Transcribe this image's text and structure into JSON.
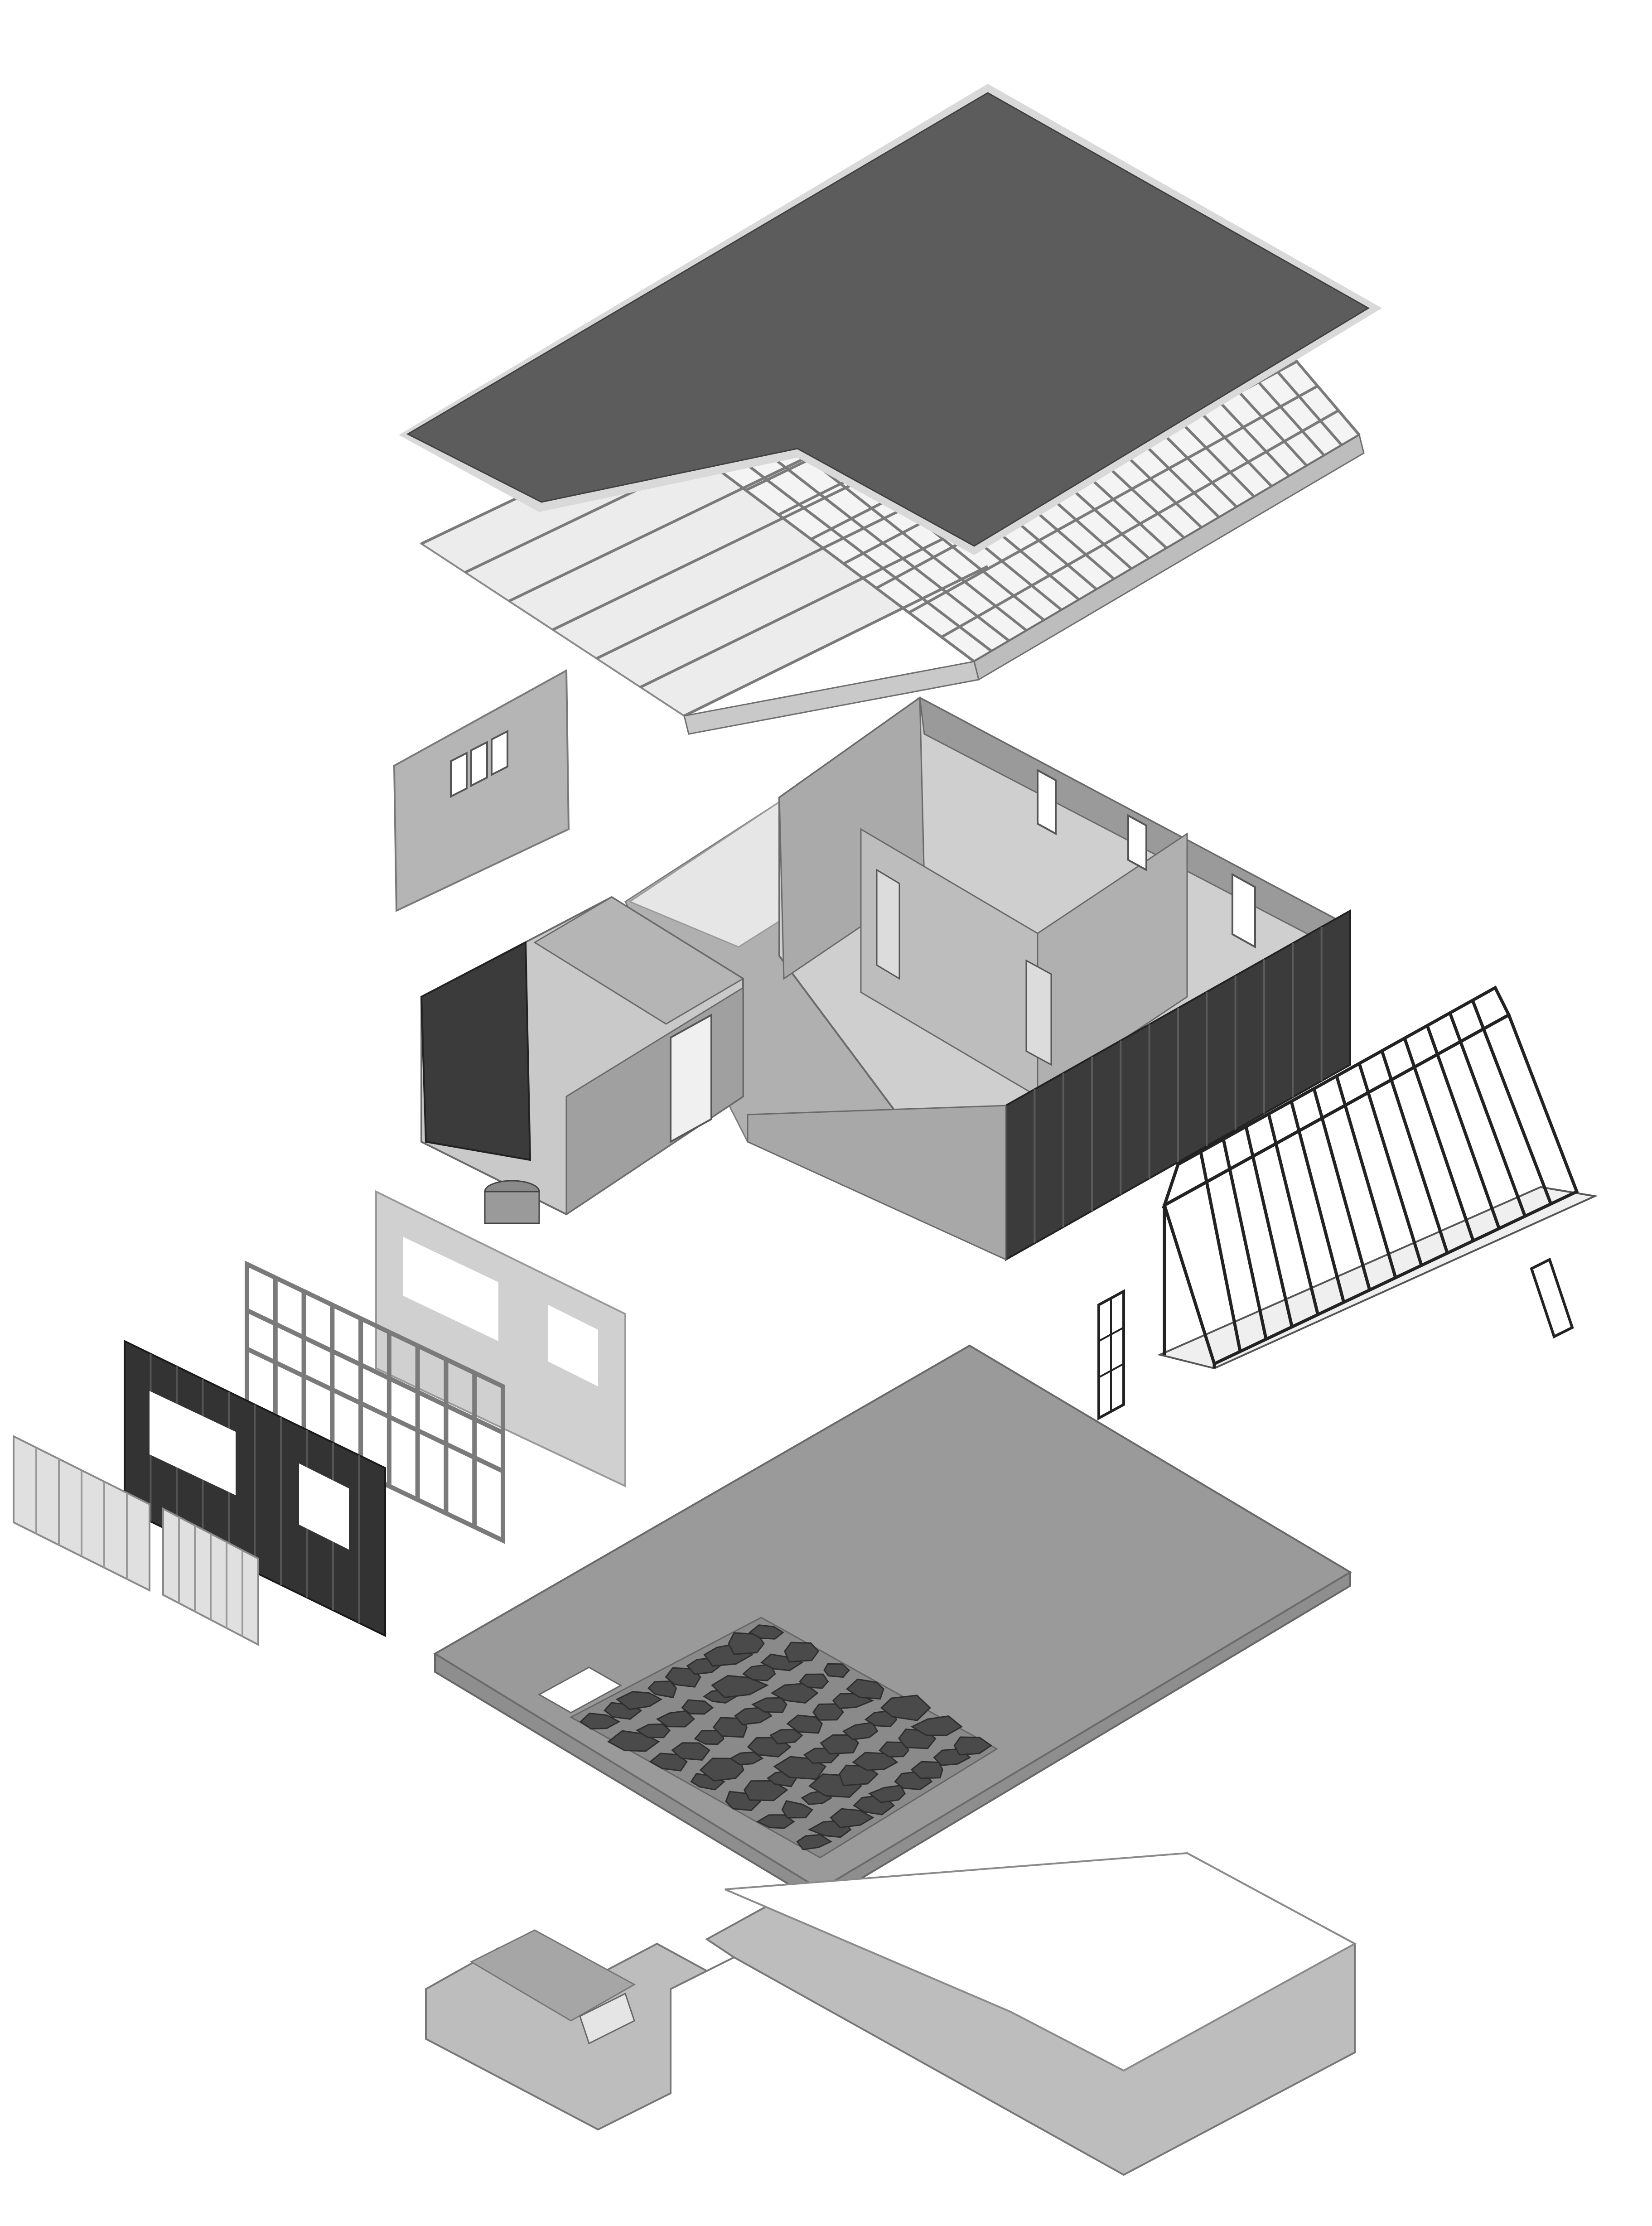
{
  "diagram": {
    "kind": "exploded axonometric building assembly",
    "text_labels": [],
    "colors": {
      "background": "#ffffff",
      "roof": "#5c5c5c",
      "roof_edge": "#d9d9d9",
      "framing": "#f2f2f2",
      "framing_line": "#7a7a7a",
      "cladding": "#3b3b3b",
      "wall_light": "#c8c8c8",
      "wall_mid": "#a9a9a9",
      "floor": "#8e8e8e",
      "stone": "#4a4a4a",
      "foundation": "#bdbdbd",
      "glass_frame": "#222222",
      "panel": "#d0d0d0"
    },
    "components": [
      {
        "id": "roof-deck",
        "icon": "roof-slab-icon"
      },
      {
        "id": "roof-joists",
        "icon": "joist-grid-icon"
      },
      {
        "id": "gable-wall",
        "icon": "wall-panel-icon"
      },
      {
        "id": "house-volume",
        "icon": "room-layout-icon"
      },
      {
        "id": "greenhouse",
        "icon": "greenhouse-frame-icon"
      },
      {
        "id": "door-leaf-left",
        "icon": "door-icon"
      },
      {
        "id": "door-leaf-right",
        "icon": "door-icon"
      },
      {
        "id": "wall-sheathing",
        "icon": "sheathing-panel-icon"
      },
      {
        "id": "wall-studs",
        "icon": "stud-frame-icon"
      },
      {
        "id": "wall-cladding",
        "icon": "cladding-panel-icon"
      },
      {
        "id": "window-shutters",
        "icon": "shutter-icon"
      },
      {
        "id": "floor-slab",
        "icon": "floor-slab-icon"
      },
      {
        "id": "stone-paving",
        "icon": "stone-paving-icon"
      },
      {
        "id": "foundation",
        "icon": "foundation-wall-icon"
      }
    ]
  }
}
